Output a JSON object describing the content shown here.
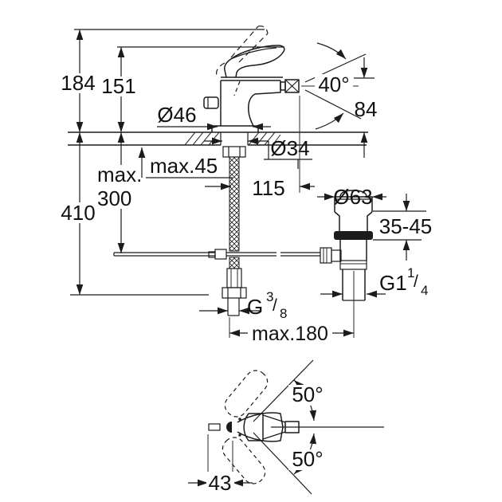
{
  "front_view": {
    "total_height": "184",
    "handle_height": "151",
    "depth_below": "410",
    "rod_max_line1": "max.",
    "rod_max_line2": "300",
    "base_diameter": "Ø46",
    "deck_thickness": "max.45",
    "hole_diameter": "Ø34",
    "spout_projection": "115",
    "spout_angle": "40°",
    "spout_height": "84",
    "waste_diameter": "Ø63",
    "waste_adjust_range": "35-45",
    "waste_thread": {
      "base": "G1",
      "sup": "1",
      "slash": "/",
      "sub": "4"
    },
    "supply_thread": {
      "base": "G",
      "sup": "3",
      "slash": "/",
      "sub": "8"
    },
    "hole_spacing": "max.180"
  },
  "top_view": {
    "swivel_angle_up": "50°",
    "swivel_angle_down": "50°",
    "handle_offset": "43"
  },
  "colors": {
    "line": "#1c1c1c",
    "background": "#ffffff"
  }
}
